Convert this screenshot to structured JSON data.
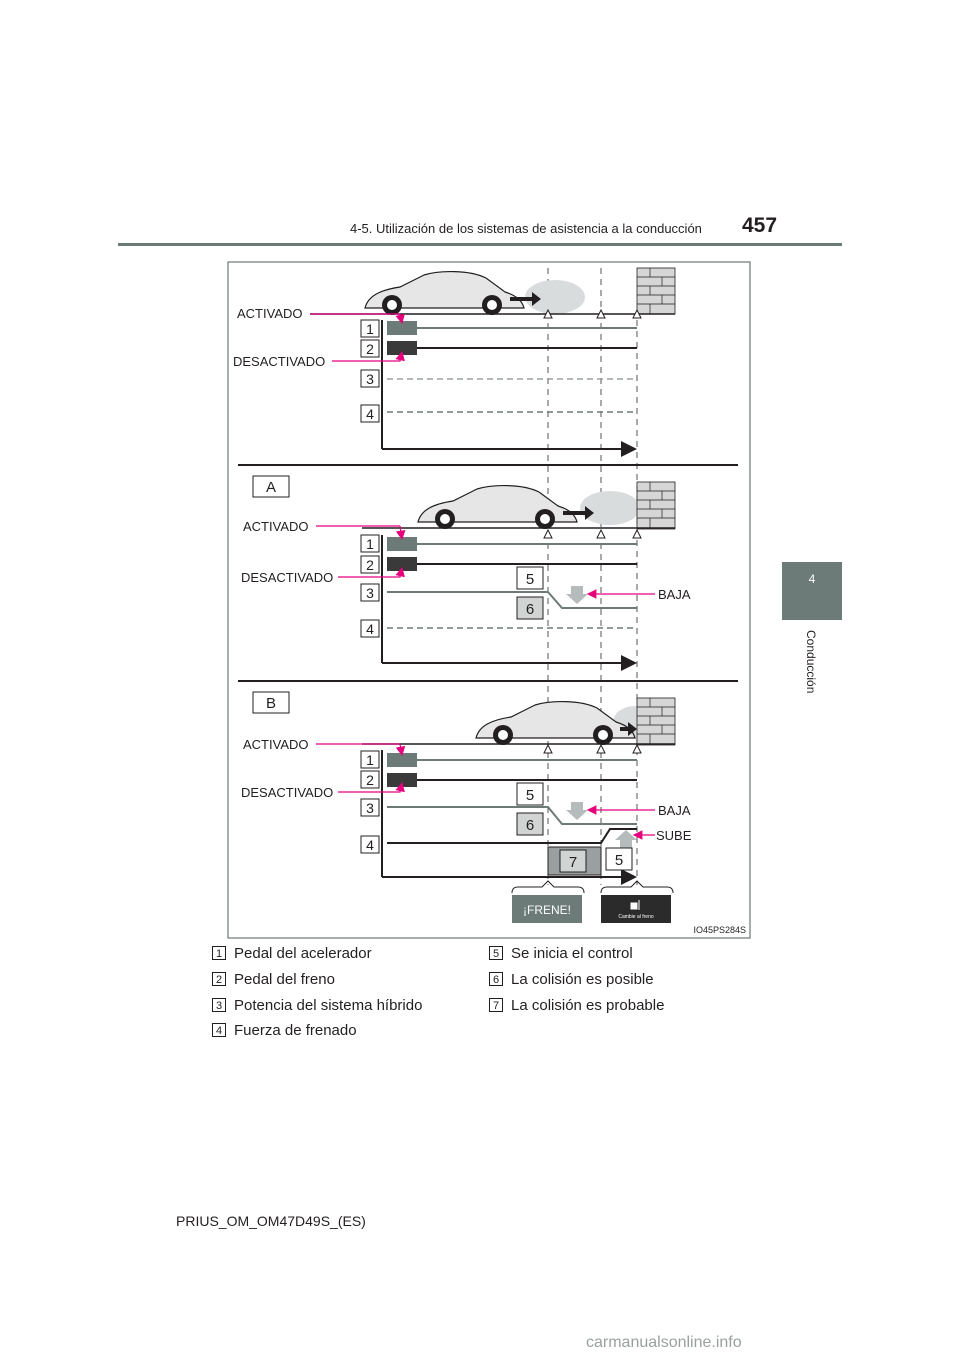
{
  "header": {
    "title": "4-5. Utilización de los sistemas de asistencia a la conducción",
    "page_number": "457"
  },
  "chapter": {
    "number": "4",
    "label": "Conducción"
  },
  "figure": {
    "code": "IO45PS284S",
    "sections": [
      {
        "label": "",
        "on": "ACTIVADO",
        "off": "DESACTIVADO"
      },
      {
        "label": "A",
        "on": "ACTIVADO",
        "off": "DESACTIVADO",
        "low": "BAJA"
      },
      {
        "label": "B",
        "on": "ACTIVADO",
        "off": "DESACTIVADO",
        "low": "BAJA",
        "high": "SUBE"
      }
    ],
    "alert_text": "¡FRENE!",
    "alert_sub": "Cambie al freno",
    "numbers": [
      "1",
      "2",
      "3",
      "4",
      "5",
      "6",
      "7"
    ]
  },
  "legend": [
    {
      "num": "1",
      "text": "Pedal del acelerador"
    },
    {
      "num": "2",
      "text": "Pedal del freno"
    },
    {
      "num": "3",
      "text": "Potencia del sistema híbrido"
    },
    {
      "num": "4",
      "text": "Fuerza de frenado"
    },
    {
      "num": "5",
      "text": "Se inicia el control"
    },
    {
      "num": "6",
      "text": "La colisión es posible"
    },
    {
      "num": "7",
      "text": "La colisión es probable"
    }
  ],
  "footer": {
    "doc_id": "PRIUS_OM_OM47D49S_(ES)"
  },
  "watermark": "carmanualsonline.info",
  "colors": {
    "accent": "#6c7a78",
    "magenta": "#e6007e",
    "line": "#231f20"
  }
}
